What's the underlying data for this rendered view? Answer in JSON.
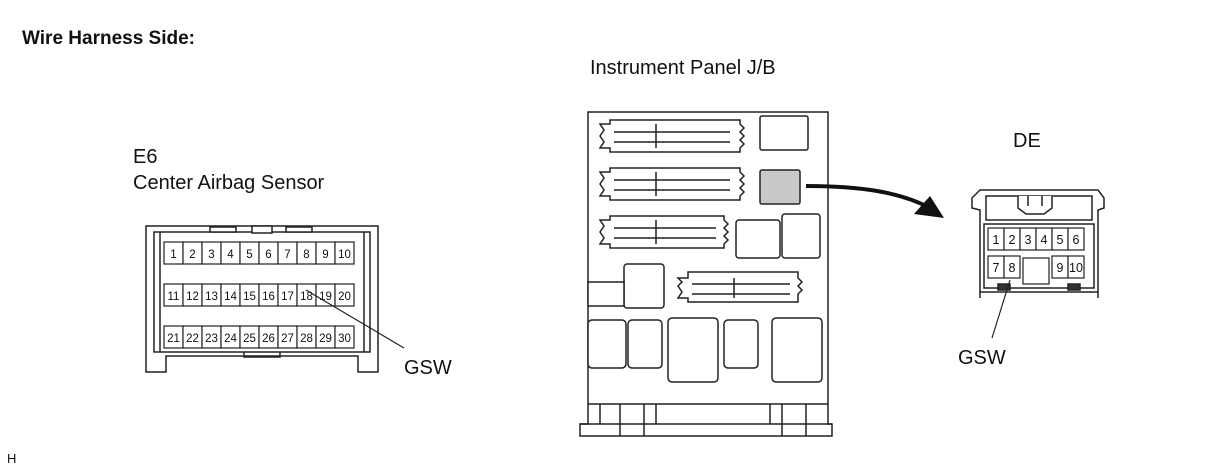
{
  "title": "Wire Harness Side:",
  "junction_block": {
    "title": "Instrument Panel J/B"
  },
  "e6": {
    "code": "E6",
    "name": "Center Airbag Sensor",
    "pins": [
      "1",
      "2",
      "3",
      "4",
      "5",
      "6",
      "7",
      "8",
      "9",
      "10",
      "11",
      "12",
      "13",
      "14",
      "15",
      "16",
      "17",
      "18",
      "19",
      "20",
      "21",
      "22",
      "23",
      "24",
      "25",
      "26",
      "27",
      "28",
      "29",
      "30"
    ],
    "callout": "GSW"
  },
  "de": {
    "code": "DE",
    "pins": [
      "1",
      "2",
      "3",
      "4",
      "5",
      "6",
      "7",
      "8",
      "9",
      "10"
    ],
    "callout": "GSW"
  },
  "footer": "H",
  "colors": {
    "line": "#222222",
    "highlight": "#c8c8c8"
  }
}
